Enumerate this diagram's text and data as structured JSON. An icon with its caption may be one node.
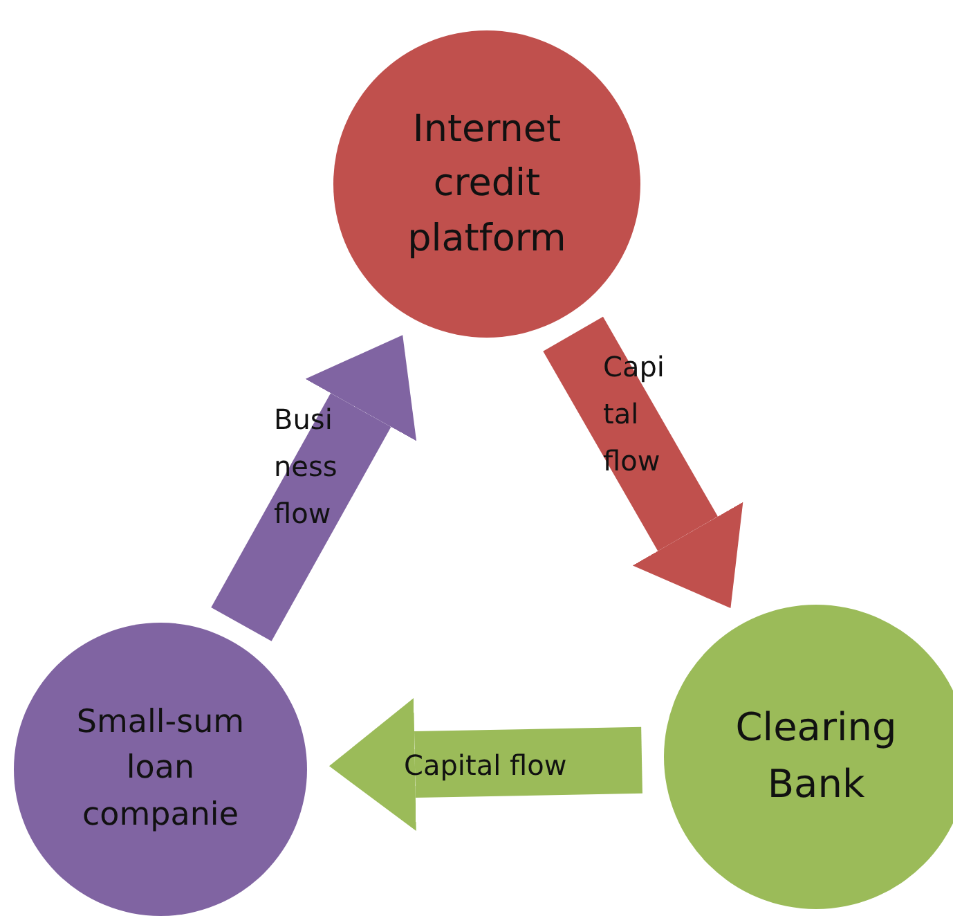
{
  "diagram": {
    "nodes": [
      {
        "text": [
          "Internet credit platform"
        ]
      },
      {
        "text": [
          "Clearing Bank"
        ]
      },
      {
        "text": [
          "Small-sum loan companie"
        ]
      }
    ],
    "edges": [
      {
        "from": 0,
        "to": 1,
        "arrow": "to",
        "label": "Capi tal flow",
        "color": "#c0504d"
      },
      {
        "from": 1,
        "to": 2,
        "arrow": "to",
        "label": "Capital flow",
        "color": "#9bbb59"
      },
      {
        "from": 2,
        "to": 0,
        "arrow": "to",
        "label": "Busi ness flow",
        "color": "#8064a2"
      }
    ]
  }
}
